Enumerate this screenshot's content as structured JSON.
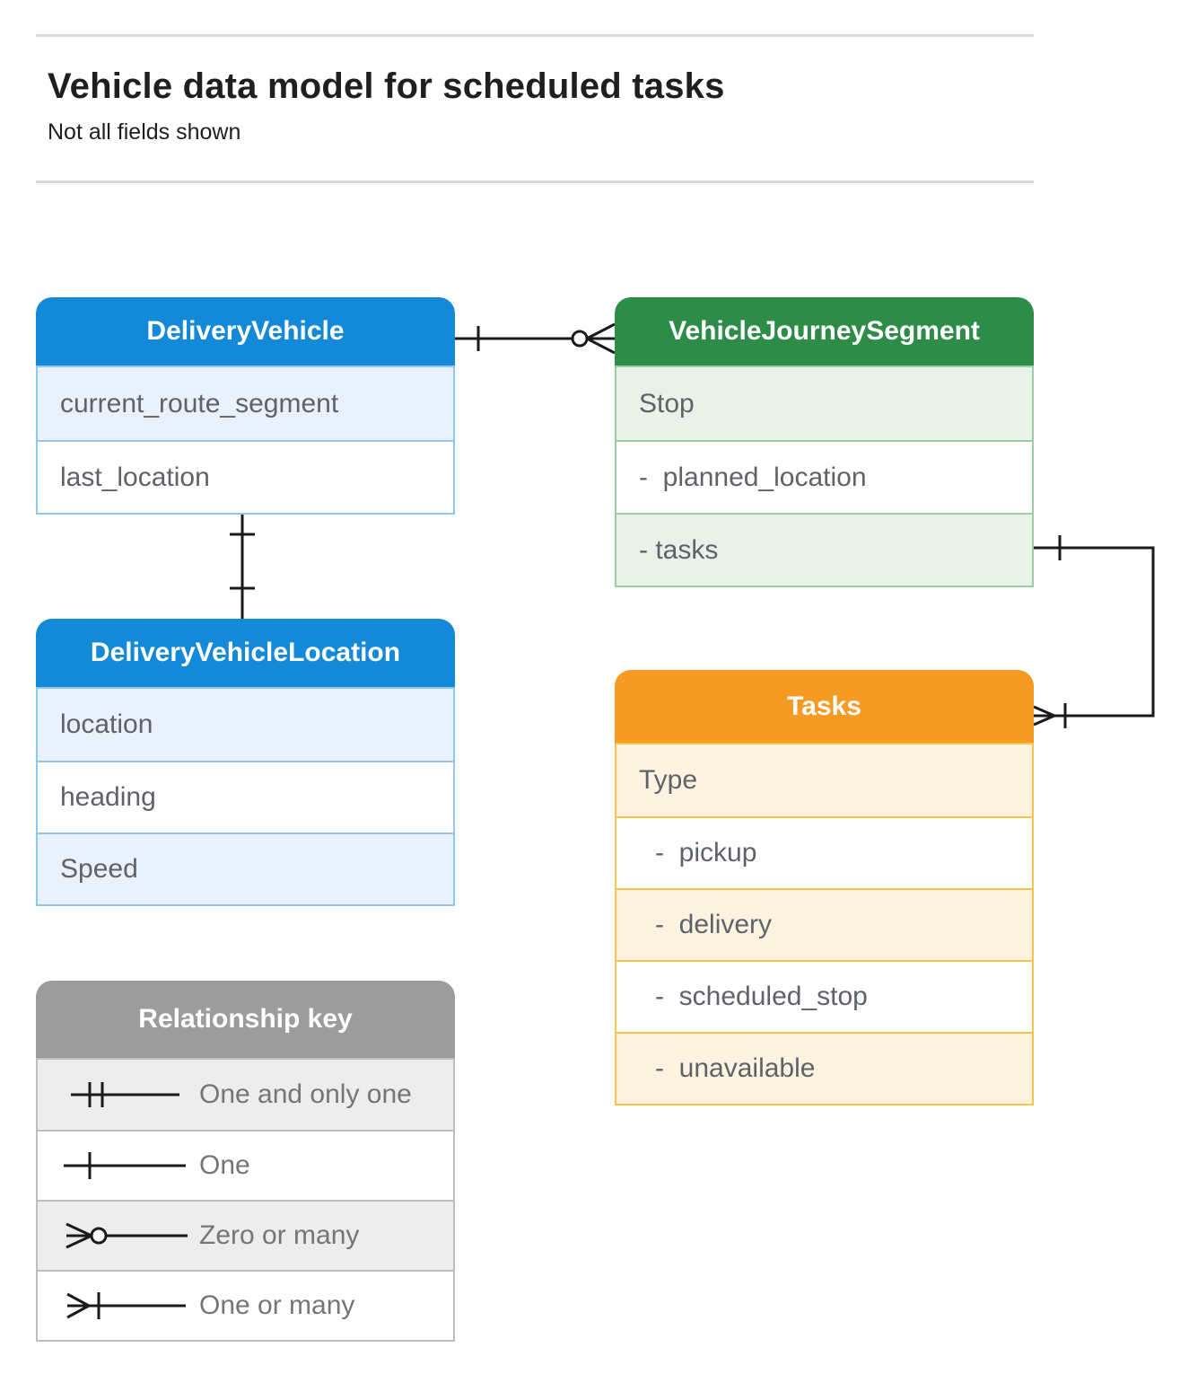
{
  "page": {
    "title": "Vehicle data model for scheduled tasks",
    "subtitle": "Not all fields shown"
  },
  "palette": {
    "blue_header": "#1389d8",
    "blue_tint": "#e8f1fc",
    "blue_border": "#92c7f0",
    "green_header": "#2e8c49",
    "green_tint": "#e8f2e9",
    "green_border": "#9ccba4",
    "orange_header": "#f59b23",
    "orange_tint": "#fdf3e1",
    "orange_border": "#fbc34c",
    "gray_header": "#9c9c9c",
    "gray_tint": "#ededed",
    "gray_border": "#bdbdbd",
    "connector_line": "#1a1a1a",
    "field_text": "#5f6368",
    "rule": "#d9d9d9"
  },
  "entities": [
    {
      "name": "DeliveryVehicle",
      "color": "blue",
      "fields": [
        {
          "label": "current_route_segment"
        },
        {
          "label": "last_location"
        }
      ]
    },
    {
      "name": "VehicleJourneySegment",
      "color": "green",
      "fields": [
        {
          "label": "Stop"
        },
        {
          "label": "-  planned_location"
        },
        {
          "label": "- tasks"
        }
      ]
    },
    {
      "name": "DeliveryVehicleLocation",
      "color": "blue",
      "fields": [
        {
          "label": "location"
        },
        {
          "label": "heading"
        },
        {
          "label": "Speed"
        }
      ]
    },
    {
      "name": "Tasks",
      "color": "orange",
      "fields": [
        {
          "label": "Type"
        },
        {
          "label": "-  pickup"
        },
        {
          "label": "-  delivery"
        },
        {
          "label": "-  scheduled_stop"
        },
        {
          "label": "-  unavailable"
        }
      ]
    }
  ],
  "relationships": [
    {
      "from": "DeliveryVehicle",
      "to": "VehicleJourneySegment",
      "from_cardinality": "One",
      "to_cardinality": "Zero or many"
    },
    {
      "from": "DeliveryVehicle",
      "to": "DeliveryVehicleLocation",
      "from_cardinality": "One",
      "to_cardinality": "One"
    },
    {
      "from": "VehicleJourneySegment.tasks",
      "to": "Tasks",
      "from_cardinality": "One",
      "to_cardinality": "One or many"
    }
  ],
  "legend": {
    "title": "Relationship key",
    "items": [
      {
        "symbol": "one-and-only-one",
        "label": "One and only one"
      },
      {
        "symbol": "one",
        "label": "One"
      },
      {
        "symbol": "zero-or-many",
        "label": "Zero or many"
      },
      {
        "symbol": "one-or-many",
        "label": "One or many"
      }
    ]
  }
}
